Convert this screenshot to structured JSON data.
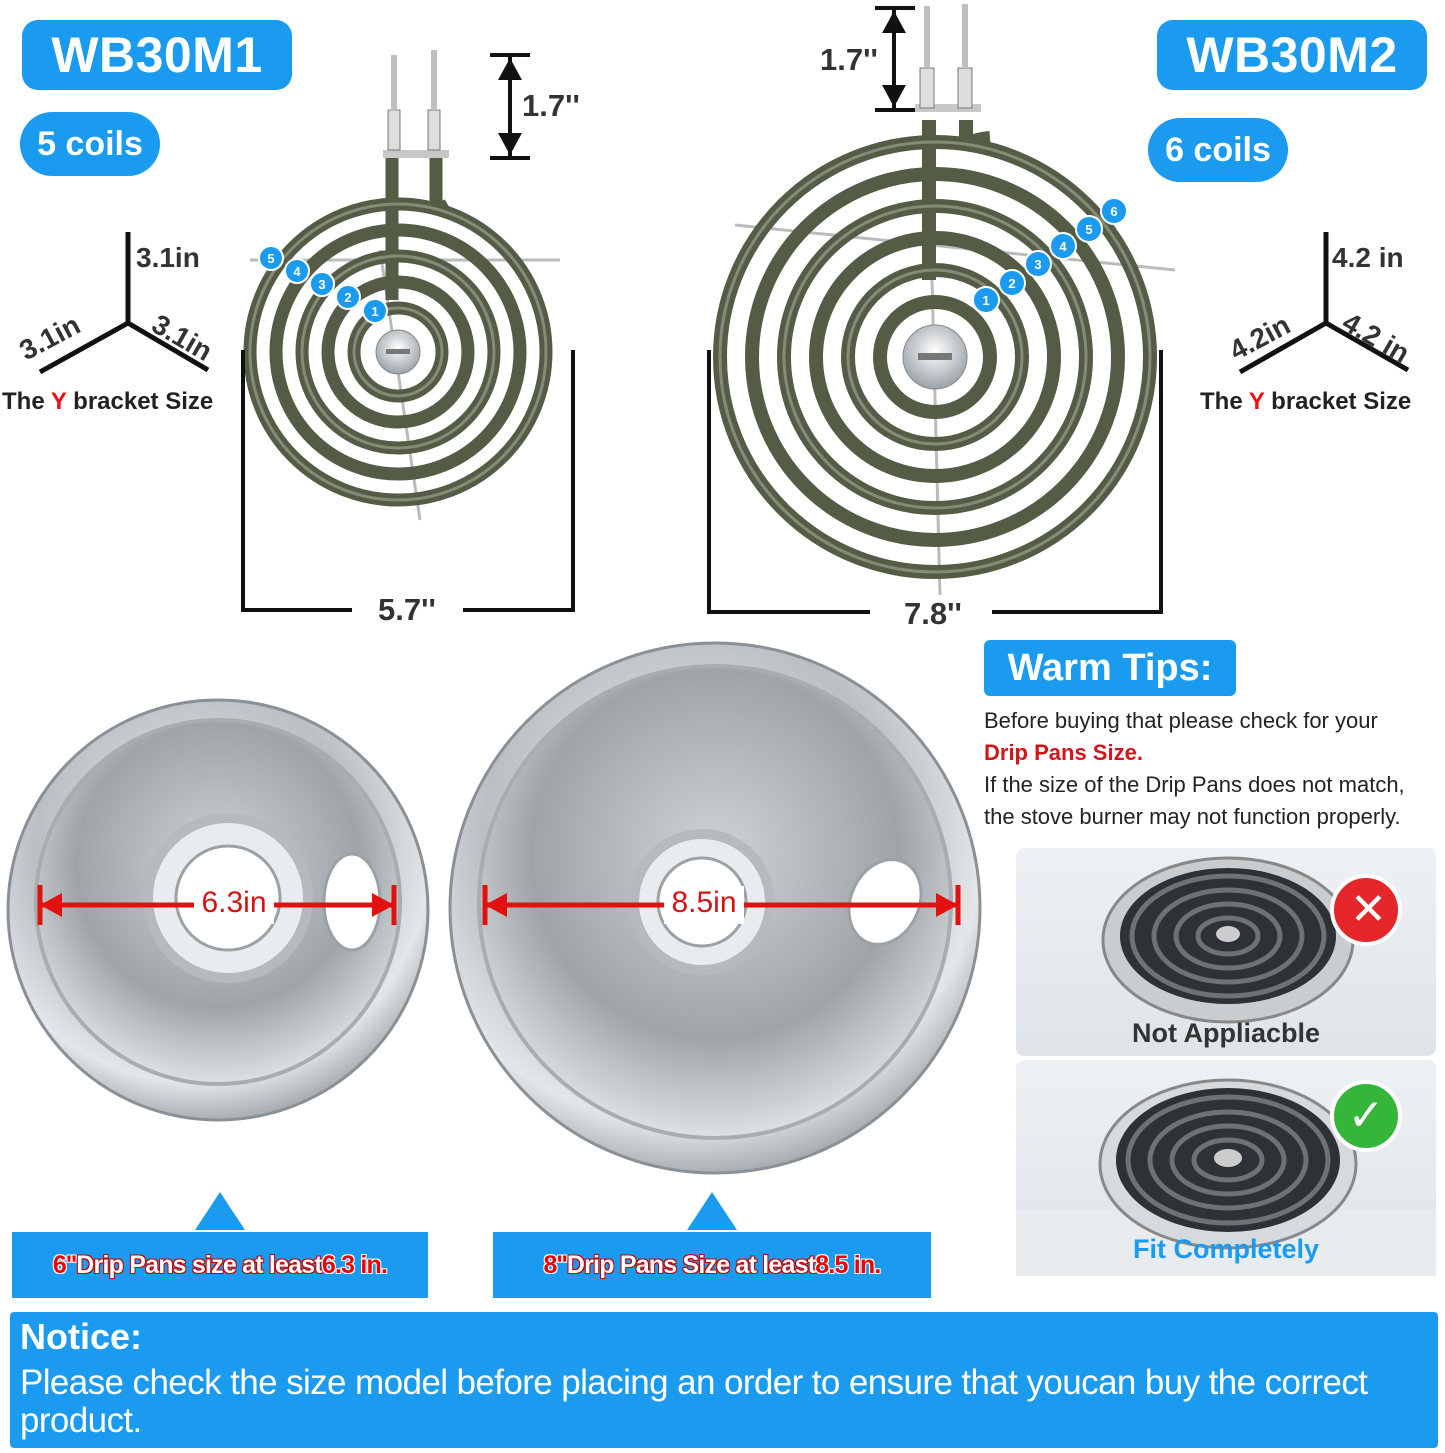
{
  "left_coil": {
    "model": "WB30M1",
    "coils_label": "5 coils",
    "terminal_height": "1.7''",
    "width": "5.7''",
    "bracket": {
      "vertical": "3.1in",
      "left": "3.1in",
      "right": "3.1in"
    },
    "coil_numbers": [
      "1",
      "2",
      "3",
      "4",
      "5"
    ]
  },
  "right_coil": {
    "model": "WB30M2",
    "coils_label": "6 coils",
    "terminal_height": "1.7''",
    "width": "7.8''",
    "bracket": {
      "vertical": "4.2 in",
      "left": "4.2in",
      "right": "4.2 in"
    },
    "coil_numbers": [
      "1",
      "2",
      "3",
      "4",
      "5",
      "6"
    ]
  },
  "bracket_label": {
    "prefix": "The ",
    "highlight": "Y",
    "suffix": " bracket Size"
  },
  "drip_pans": {
    "small": {
      "measure": "6.3in",
      "label_prefix": "6''",
      "label_mid": " Drip Pans size at least ",
      "label_value": "6.3 in."
    },
    "large": {
      "measure": "8.5in",
      "label_prefix": "8''",
      "label_mid": " Drip Pans Size at least ",
      "label_value": "8.5 in."
    }
  },
  "warm_tips": {
    "title": "Warm Tips:",
    "line1": "Before buying that please check for your",
    "line2_red": "Drip Pans Size.",
    "line3": "If the size of the Drip Pans does not match,",
    "line4": "the stove burner may not function properly."
  },
  "examples": {
    "bad_caption": "Not Appliacble",
    "good_caption": "Fit Completely"
  },
  "notice": {
    "title": "Notice:",
    "body": "Please check the size model before placing an order to ensure that youcan buy the correct product."
  },
  "colors": {
    "accent": "#1a9bf0",
    "red": "#e11d1d",
    "green": "#2fae2f"
  }
}
